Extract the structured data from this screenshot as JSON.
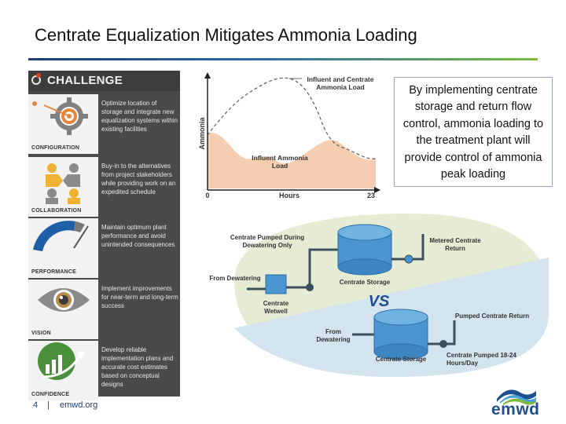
{
  "slide": {
    "title": "Centrate Equalization Mitigates Ammonia Loading"
  },
  "challenge": {
    "header": "CHALLENGE",
    "items": [
      {
        "name": "CONFIGURATION",
        "desc": "Optimize location of storage and integrate new equalization systems within existing facilities",
        "icon": "gear-target-icon"
      },
      {
        "name": "COLLABORATION",
        "desc": "Buy-in to the alternatives from project stakeholders while providing work on an expedited schedule",
        "icon": "puzzle-people-icon"
      },
      {
        "name": "PERFORMANCE",
        "desc": "Maintain optimum plant performance and avoid unintended consequences",
        "icon": "gauge-icon"
      },
      {
        "name": "VISION",
        "desc": "Implement improvements for near-term and long-term success",
        "icon": "eye-icon"
      },
      {
        "name": "CONFIDENCE",
        "desc": "Develop reliable implementation plans and accurate cost estimates based on conceptual designs",
        "icon": "growth-chart-icon"
      }
    ]
  },
  "chart_data": {
    "type": "area",
    "ylabel": "Ammonia",
    "xlabel": "Hours",
    "x_ticks": [
      "0",
      "23"
    ],
    "series": [
      {
        "name": "Influent and Centrate Ammonia Load",
        "style": "dashed"
      },
      {
        "name": "Influent Ammonia Load",
        "style": "filled",
        "color": "#f5cdb0"
      }
    ]
  },
  "callout": {
    "text": "By implementing centrate storage and return flow control, ammonia loading to the treatment plant will provide control of ammonia peak loading"
  },
  "diagram": {
    "vs": "VS",
    "top_labels": {
      "pumped_dewatering": "Centrate Pumped During Dewatering Only",
      "metered_return": "Metered Centrate Return",
      "from_dewatering": "From Dewatering",
      "centrate_storage": "Centrate Storage",
      "centrate_wetwell": "Centrate Wetwell"
    },
    "bottom_labels": {
      "from_dewatering": "From Dewatering",
      "centrate_storage": "Centrate Storage",
      "pumped_return": "Pumped Centrate Return",
      "pumped_hours": "Centrate Pumped 18-24 Hours/Day"
    },
    "colors": {
      "background": "#e6ecd4",
      "band": "#d4e4ee",
      "tank": "#4a95d0",
      "pipe": "#3c4f5e"
    }
  },
  "footer": {
    "page_number": "4",
    "separator": "|",
    "url": "emwd.org"
  },
  "logo": {
    "text": "emwd"
  }
}
